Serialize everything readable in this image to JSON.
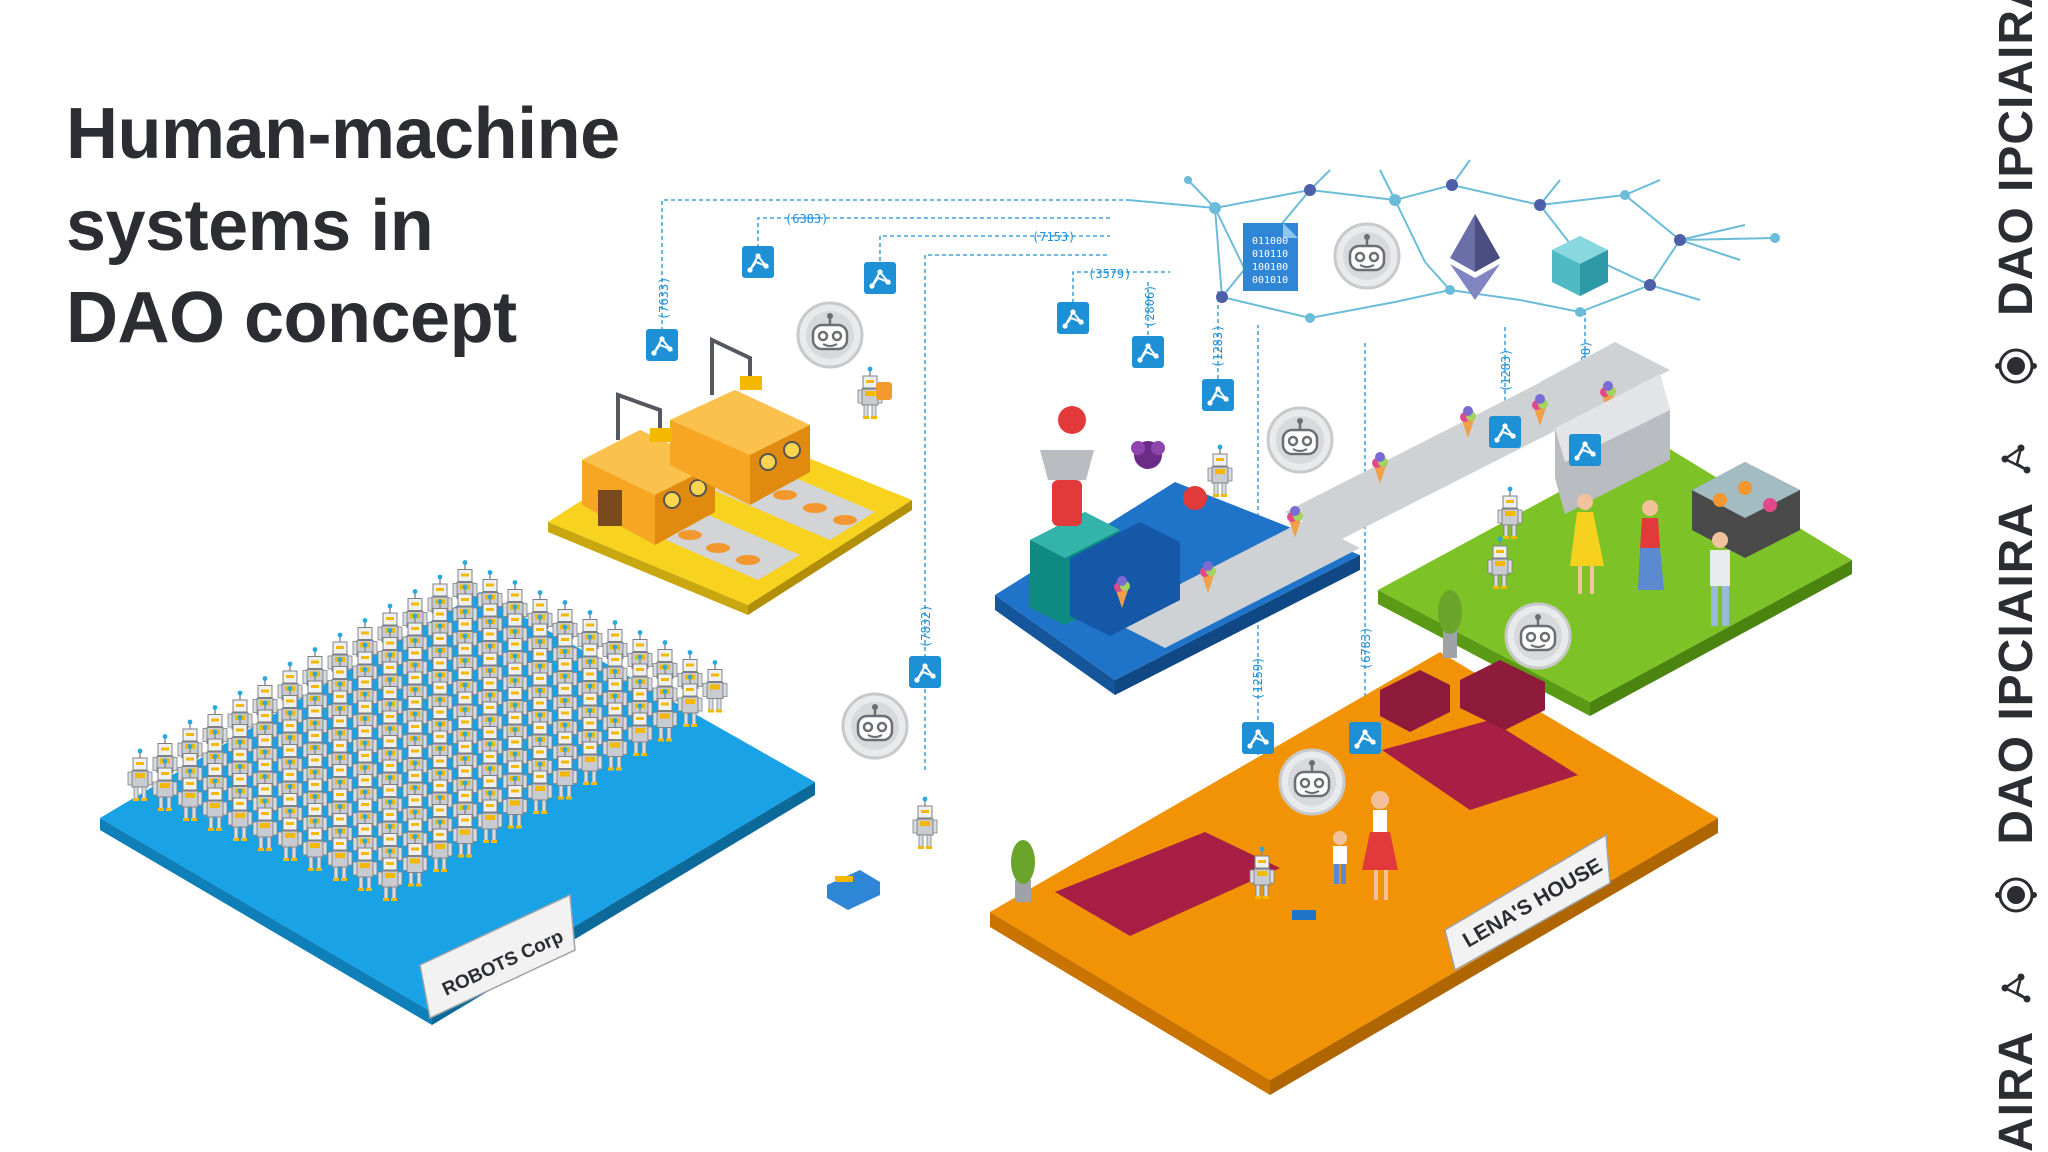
{
  "title": {
    "lines": [
      "Human-machine",
      "systems in",
      "DAO concept"
    ]
  },
  "platforms": {
    "robots_corp": "ROBOTS Corp",
    "lenas_house": "LENA'S HOUSE"
  },
  "transaction_ids": [
    {
      "id": "t1",
      "text": "(7633)"
    },
    {
      "id": "t2",
      "text": "(6383)"
    },
    {
      "id": "t3",
      "text": "(7153)"
    },
    {
      "id": "t4",
      "text": "(3579)"
    },
    {
      "id": "t5",
      "text": "(2806)"
    },
    {
      "id": "t6",
      "text": "(1283)"
    },
    {
      "id": "t7",
      "text": "(1283)"
    },
    {
      "id": "t8",
      "text": "(6528)"
    },
    {
      "id": "t9",
      "text": "(7832)"
    },
    {
      "id": "t10",
      "text": "(1259)"
    },
    {
      "id": "t11",
      "text": "(6783)"
    }
  ],
  "blockchain": {
    "binary_lines": [
      "011000",
      "010110",
      "100100",
      "001010"
    ]
  },
  "sidebar": {
    "brands": [
      "AIRA",
      "DAO IPCI"
    ]
  },
  "colors": {
    "robots_corp_floor": "#19a3e6",
    "factory_floor": "#f7d21e",
    "ice_cream_floor": "#1f74c9",
    "cafe_floor": "#7dc226",
    "house_floor": "#f29305",
    "rug": "#a81f45",
    "node_line": "#6bbcd9",
    "tag_blue": "#1e90d6"
  }
}
